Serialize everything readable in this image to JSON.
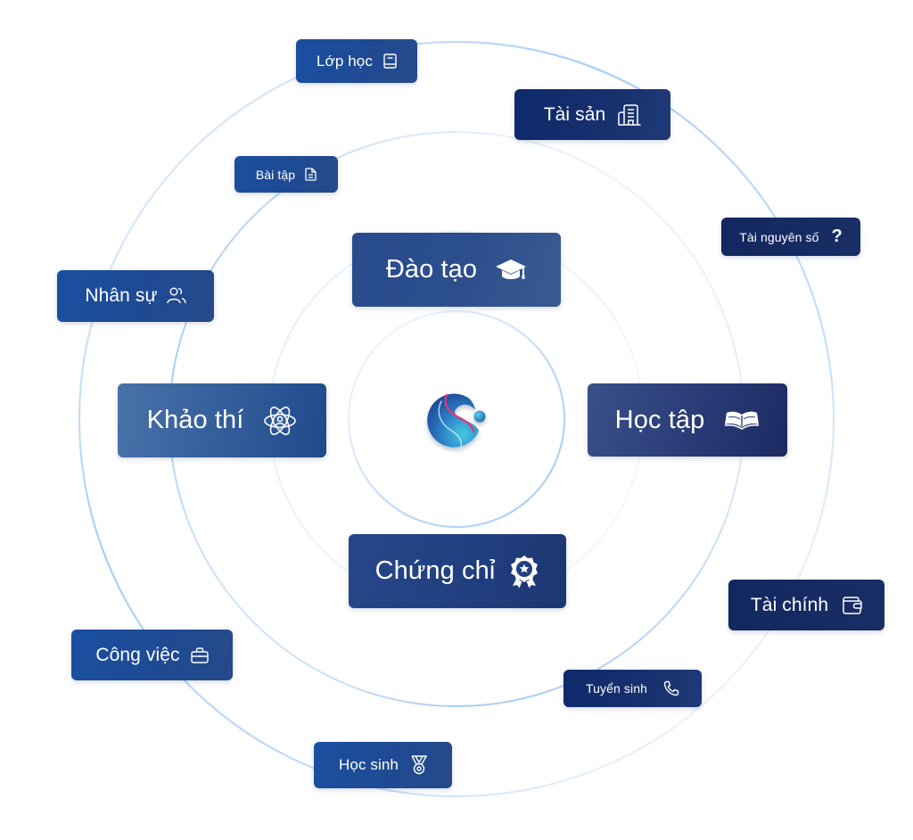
{
  "diagram": {
    "title": "Education management modules",
    "center": {
      "logo": "app-logo"
    },
    "primary_modules": [
      {
        "label": "Đào tạo",
        "icon": "graduation-cap-icon"
      },
      {
        "label": "Học tập",
        "icon": "open-book-icon"
      },
      {
        "label": "Chứng chỉ",
        "icon": "award-badge-icon"
      },
      {
        "label": "Khảo thí",
        "icon": "atom-user-icon"
      }
    ],
    "secondary_modules": [
      {
        "label": "Lớp học",
        "icon": "book-icon"
      },
      {
        "label": "Tài sản",
        "icon": "building-icon"
      },
      {
        "label": "Bài tập",
        "icon": "document-icon"
      },
      {
        "label": "Tài nguyên số",
        "icon": "question-icon",
        "icon_glyph": "?"
      },
      {
        "label": "Nhân sự",
        "icon": "users-icon"
      },
      {
        "label": "Tài chính",
        "icon": "wallet-icon"
      },
      {
        "label": "Công việc",
        "icon": "briefcase-icon"
      },
      {
        "label": "Tuyển sinh",
        "icon": "phone-icon"
      },
      {
        "label": "Học sinh",
        "icon": "medal-icon"
      }
    ],
    "colors": {
      "ring": "#a9cdf5",
      "chip_text": "#ffffff",
      "brand_navy": "#13275f",
      "brand_royal": "#1a4fa0",
      "logo_blue": "#1e5fb8",
      "logo_cyan": "#3fc4e0",
      "logo_pink": "#e8337a"
    }
  }
}
